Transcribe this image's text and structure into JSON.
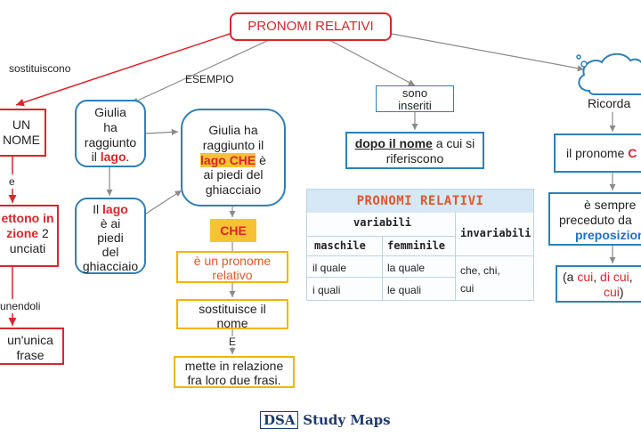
{
  "title": "PRONOMI RELATIVI",
  "labels": {
    "sostituiscono": "sostituiscono",
    "esempio": "ESEMPIO",
    "e_left": "e",
    "unendoli": "unendoli",
    "e_mid": "E"
  },
  "left": {
    "un_nome_1": "UN",
    "un_nome_2": "NOME",
    "mettono_1": "ettono in",
    "mettono_2a": "zione",
    "mettono_2b": "2",
    "mettono_3": "unciati",
    "unica_1": "un'unica",
    "unica_2": "frase"
  },
  "example": {
    "giulia_1": "Giulia",
    "giulia_2": "ha",
    "giulia_3": "raggiunto",
    "giulia_4a": "il",
    "giulia_4b": "lago",
    "giulia_4c": ".",
    "lago_1a": "Il",
    "lago_1b": "lago",
    "lago_2": "è ai",
    "lago_3": "piedi",
    "lago_4": "del",
    "lago_5": "ghiacciaio",
    "big_1": "Giulia ha",
    "big_2": "raggiunto il",
    "big_3a": "lago CHE",
    "big_3b": "è",
    "big_4": "ai piedi del",
    "big_5": "ghiacciaio"
  },
  "che": {
    "label": "CHE",
    "pronome_1": "è un pronome",
    "pronome_2": "relativo",
    "sost_1": "sostituisce il",
    "sost_2": "nome",
    "mette_1": "mette in relazione",
    "mette_2": "fra loro due frasi."
  },
  "inseriti": {
    "line1": "sono",
    "line2": "inseriti",
    "dopo_bold": "dopo il nome",
    "dopo_rest": "a cui si",
    "dopo_2": "riferiscono"
  },
  "table": {
    "title": "PRONOMI RELATIVI",
    "variabili": "variabili",
    "invariabili": "invariabili",
    "maschile": "maschile",
    "femminile": "femminile",
    "rows": [
      {
        "m": "il quale",
        "f": "la quale"
      },
      {
        "m": "i quali",
        "f": "le quali"
      }
    ],
    "inv_1": "che, chi,",
    "inv_2": "cui"
  },
  "ricorda": {
    "label": "Ricorda",
    "pronome_a": "il pronome",
    "pronome_b": "C",
    "sempre_1": "è sempre",
    "sempre_2": "preceduto da",
    "sempre_3": "preposizion",
    "cui_open": "(a",
    "cui_1": "cui",
    "cui_sep1": ", ",
    "cui_2": "di cui",
    "cui_sep2": ",",
    "cui_3": "cui",
    "cui_close": ")"
  },
  "footer": {
    "dsa": "DSA",
    "study": "Study Maps"
  }
}
